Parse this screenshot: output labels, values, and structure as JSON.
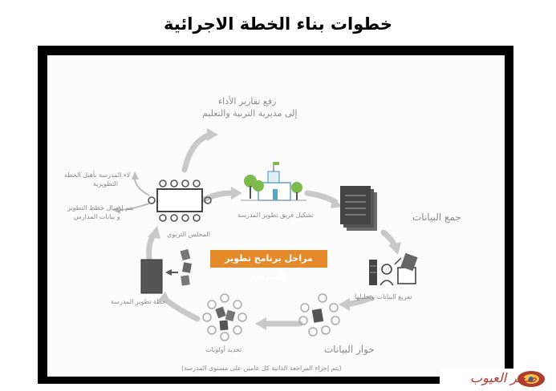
{
  "title": "خطوات بناء الخطة الاجرائية",
  "banner": "مراحل برنامج تطوير المدرسة",
  "labels": {
    "reports_1": "رفع تقارير الأداء",
    "reports_2": "إلى مديرية التربية والتعليم",
    "inform_1": "لاء المدرسة بأهيل الخطة",
    "inform_2": "التطويرية",
    "send_1": "يتم إرسال خطط التطوير",
    "send_2": "و بيانات المدارس",
    "council": "المجلس التربوي",
    "team": "تشكيل فريق تطوير المدرسة",
    "collect": "جمع البيانات",
    "unload": "تفريغ البيانات وتحليلها",
    "dialogue": "حوار البيانات",
    "priorities": "تحديد أولويات",
    "plan": "خطة تطوير المدرسة",
    "review": "(يتم إجراء المراجعة الذاتية كل عامين على مستوى المدرسة)"
  },
  "logo": {
    "text": "صخر العيوب"
  },
  "colors": {
    "arrow": "#c8c8c8",
    "banner": "#e58a2b",
    "accent_green": "#7cba4c",
    "frame": "#000000"
  }
}
